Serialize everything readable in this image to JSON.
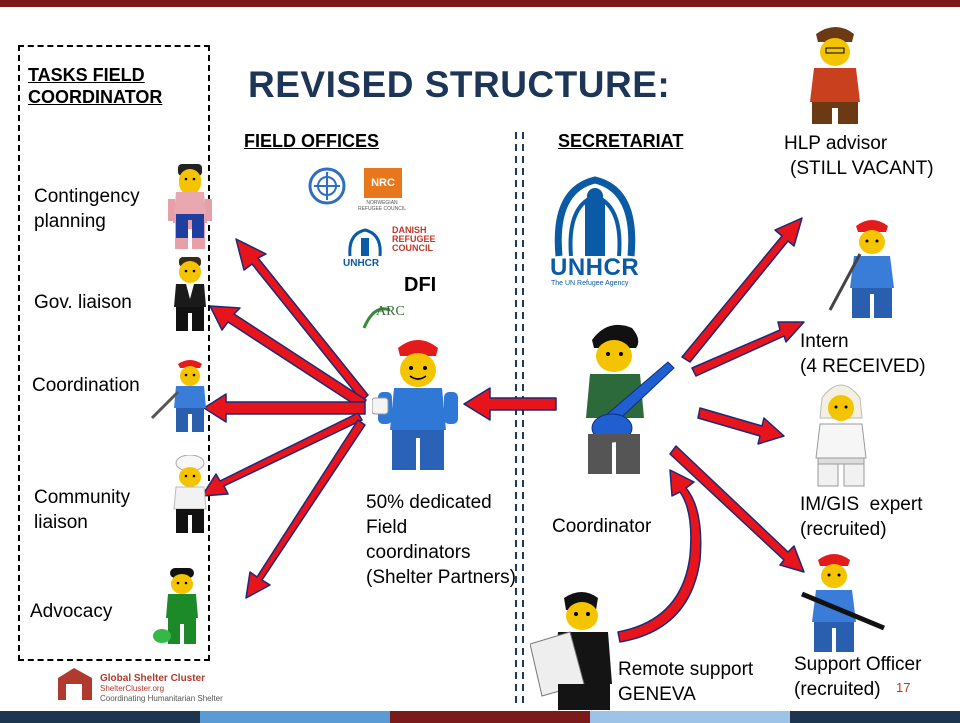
{
  "slide": {
    "title": "REVISED STRUCTURE:",
    "page_number": "17"
  },
  "tasks": {
    "header_line1": "TASKS FIELD",
    "header_line2": "COORDINATOR",
    "items": [
      {
        "line1": "Contingency",
        "line2": "planning"
      },
      {
        "line1": "Gov. liaison",
        "line2": ""
      },
      {
        "line1": "Coordination",
        "line2": ""
      },
      {
        "line1": "Community",
        "line2": "liaison"
      },
      {
        "line1": "Advocacy",
        "line2": ""
      }
    ]
  },
  "field_offices": {
    "header": "FIELD OFFICES",
    "logos": {
      "nrc": "NRC",
      "nrc_sub1": "NORWEGIAN",
      "nrc_sub2": "REFUGEE COUNCIL",
      "unhcr_small": "UNHCR",
      "drc1": "DANISH",
      "drc2": "REFUGEE",
      "drc3": "COUNCIL",
      "dfi": "DFI",
      "arc": "ARC"
    },
    "field_coord_label": [
      "50% dedicated",
      "Field",
      "coordinators",
      "(Shelter Partners)"
    ]
  },
  "secretariat": {
    "header": "SECRETARIAT",
    "unhcr_name": "UNHCR",
    "unhcr_tag": "The UN Refugee Agency",
    "coordinator_label": "Coordinator",
    "remote_support": [
      "Remote support",
      "GENEVA"
    ]
  },
  "roles": {
    "hlp": [
      "HLP advisor",
      "(STILL VACANT)"
    ],
    "intern": [
      "Intern",
      "(4 RECEIVED)"
    ],
    "imgis": [
      "IM/GIS  expert",
      "(recruited)"
    ],
    "support": [
      "Support Officer",
      "(recruited)"
    ]
  },
  "footer": {
    "org": "Global Shelter Cluster",
    "site": "ShelterCluster.org",
    "tagline": "Coordinating Humanitarian Shelter"
  },
  "colors": {
    "title": "#1d3557",
    "arrow_fill": "#e8141b",
    "arrow_stroke": "#1a2a7a",
    "unhcr_blue": "#0a5aa5",
    "top_bar": "#7a1a1a",
    "bottom_bar": "#1e3550"
  },
  "icons": [
    "lego-figure-icon",
    "unhcr-logo-icon",
    "nrc-logo-icon",
    "drc-logo-icon",
    "arc-logo-icon",
    "un-logo-icon",
    "gsc-logo-icon"
  ]
}
